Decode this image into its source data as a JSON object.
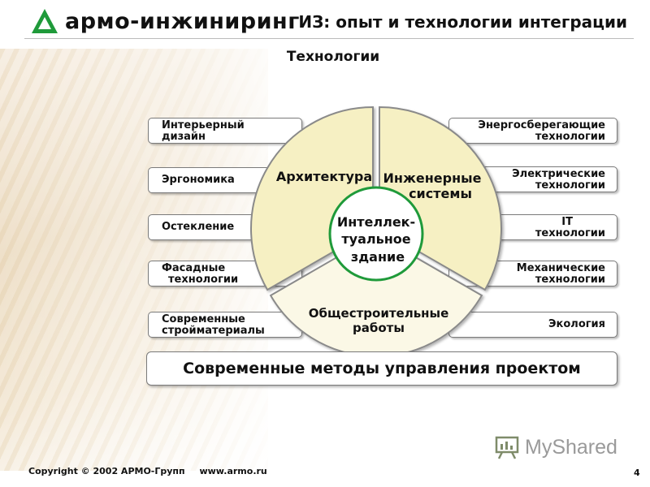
{
  "header": {
    "logo_text": "армо-инжиниринг",
    "title": "ИЗ: опыт и технологии интеграции"
  },
  "subtitle": "Технологии",
  "left_items": [
    {
      "line1": "Интерьерный",
      "line2": "дизайн"
    },
    {
      "line1": "Эргономика",
      "line2": ""
    },
    {
      "line1": "Остекление",
      "line2": ""
    },
    {
      "line1": "Фасадные",
      "line2": "технологии"
    },
    {
      "line1": "Современные",
      "line2": "стройматериалы"
    }
  ],
  "right_items": [
    {
      "line1": "Энергосберегающие",
      "line2": "технологии"
    },
    {
      "line1": "Электрические",
      "line2": "технологии"
    },
    {
      "line1": "IT",
      "line2": "технологии"
    },
    {
      "line1": "Механические",
      "line2": "технологии"
    },
    {
      "line1": "Экология",
      "line2": ""
    }
  ],
  "wheel": {
    "architecture": "Архитектура",
    "engineering_line1": "Инженерные",
    "engineering_line2": "системы",
    "construction_line1": "Общестроительные",
    "construction_line2": "работы",
    "center_line1": "Интеллек-",
    "center_line2": "туальное",
    "center_line3": "здание"
  },
  "bottom_bar": "Современные методы управления проектом",
  "footer": {
    "copyright": "Copyright © 2002 АРМО-Групп",
    "website": "www.armo.ru",
    "page_number": "4"
  },
  "watermark": "MyShared",
  "colors": {
    "accent_green": "#1f9a3a",
    "segment_fill": "#f6f0c3",
    "segment_stroke": "#8a8a8a"
  }
}
